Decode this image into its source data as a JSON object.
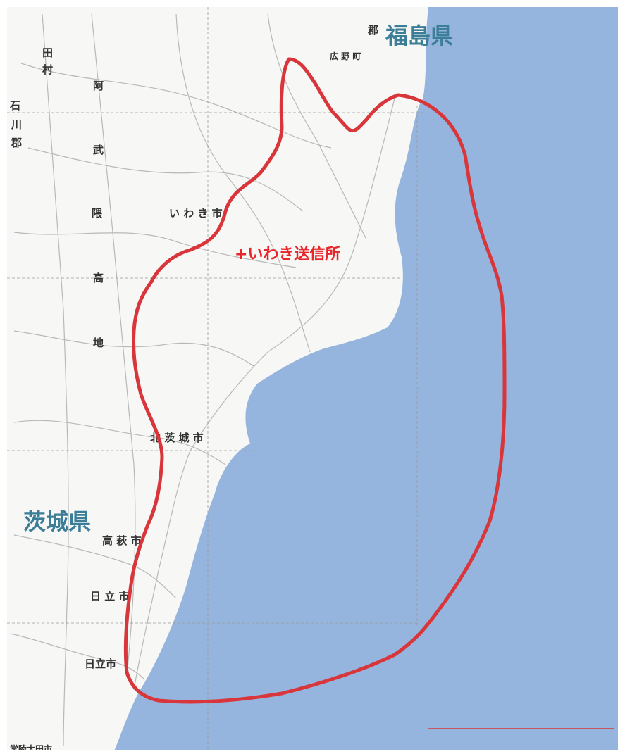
{
  "colors": {
    "land": "#f7f7f5",
    "sea": "#95b5de",
    "coverage_outline": "#d8363a",
    "prefecture_label": "#3c7d98",
    "station_label": "#e8262a",
    "road": "#b8b8b8",
    "text_dark": "#333333"
  },
  "icons": {
    "station_marker": "plus-icon"
  },
  "labels": {
    "prefecture_fukushima": "福島県",
    "prefecture_ibaraki": "茨城県",
    "station": "+いわき送信所"
  },
  "map_text": {
    "iwaki_city": "い わ き 市",
    "kitaibaraki_city": "北 茨 城 市",
    "takahagi_city": "高 萩 市",
    "hitachi_city_north": "日 立 市",
    "hitachi_city_south": "日立市",
    "hitachiota_city": "常陸太田市",
    "abukuma_a": "阿",
    "abukuma_bu": "武",
    "abukuma_kuma": "隈",
    "plateau_ko": "高",
    "plateau_chi": "地",
    "ishikawa_ishi": "石",
    "ishikawa_kawa": "川",
    "ishikawa_gun": "郡",
    "tamura_ta": "田",
    "tamura_mura": "村",
    "hirono_town": "広 野 町",
    "futaba_gun": "郡",
    "hitachiota_side": "常陸太田市"
  }
}
